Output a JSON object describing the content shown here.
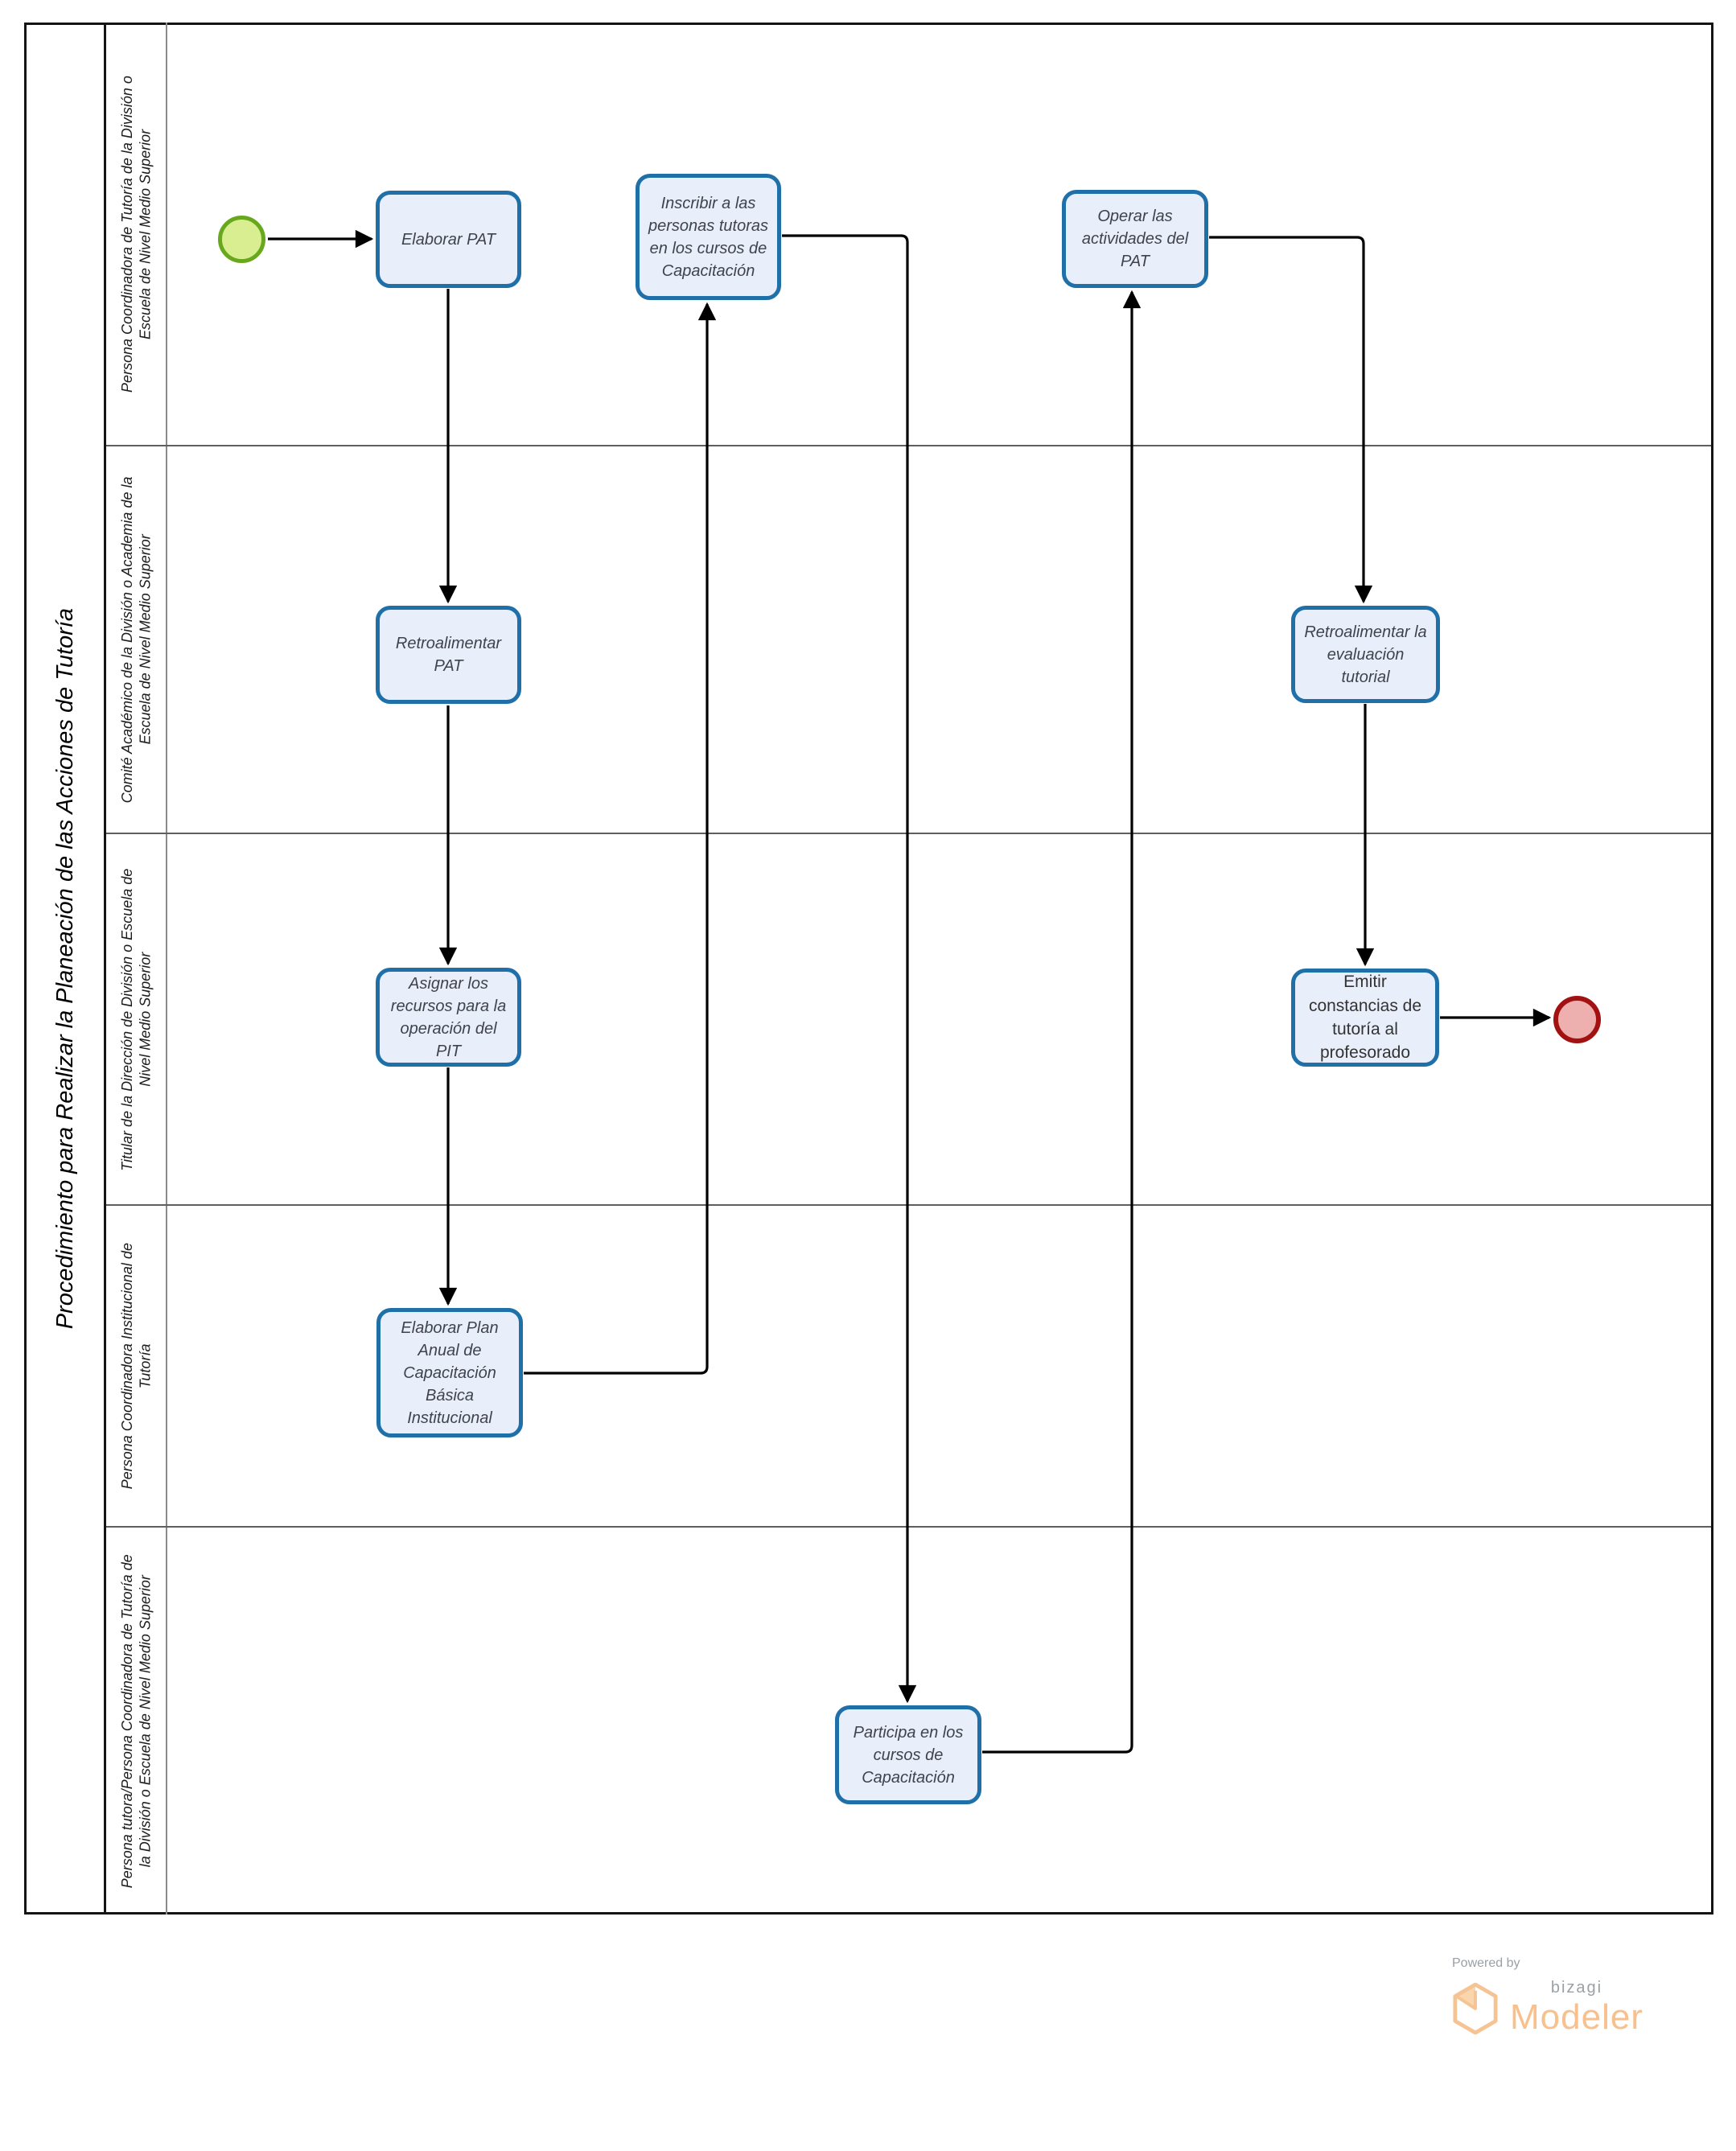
{
  "diagram": {
    "title": "Procedimiento para Realizar la Planeación de las Acciones de Tutoría",
    "lanes": [
      {
        "label": "Persona Coordinadora de Tutoría de la División o Escuela de Nivel Medio Superior"
      },
      {
        "label": "Comité Académico de la División o Academia de la Escuela de Nivel Medio Superior"
      },
      {
        "label": "Titular de la Dirección de División o Escuela de Nivel Medio Superior"
      },
      {
        "label": "Persona Coordinadora Institucional de Tutoría"
      },
      {
        "label": "Persona tutora/Persona Coordinadora de Tutoría de la División o Escuela de Nivel Medio Superior"
      }
    ],
    "tasks": {
      "elaborar_pat": {
        "label": "Elaborar PAT"
      },
      "inscribir": {
        "label": "Inscribir a las personas tutoras en los cursos de Capacitación"
      },
      "operar": {
        "label": "Operar las actividades del PAT"
      },
      "retro_pat": {
        "label": "Retroalimentar PAT"
      },
      "retro_eval": {
        "label": "Retroalimentar la evaluación tutorial"
      },
      "asignar": {
        "label": "Asignar los recursos para la operación del PIT"
      },
      "emitir": {
        "label": "Emitir constancias de tutoría al profesorado"
      },
      "elaborar_plan": {
        "label": "Elaborar Plan Anual de Capacitación Básica Institucional"
      },
      "participa": {
        "label": "Participa en los cursos de Capacitación"
      }
    },
    "colors": {
      "task_border": "#1f6fa8",
      "task_fill": "#e9eefb",
      "start_border": "#68a81d",
      "start_fill": "#d9ee91",
      "end_border": "#a31212",
      "end_fill": "#eeafaf"
    }
  },
  "footer": {
    "powered_by": "Powered by",
    "brand": "bizagi",
    "product": "Modeler"
  }
}
